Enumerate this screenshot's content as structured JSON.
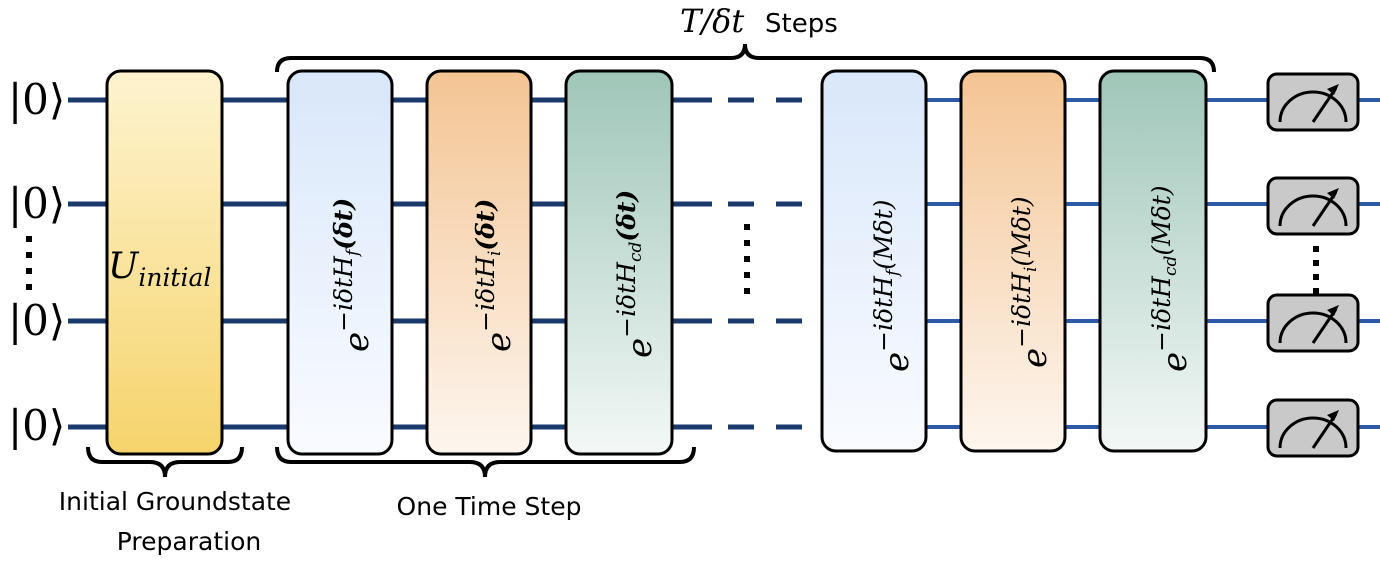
{
  "diagram": {
    "kets": [
      "|0⟩",
      "|0⟩",
      "|0⟩",
      "|0⟩"
    ],
    "top_label": {
      "math": "T/δt",
      "text": "Steps"
    },
    "initial_gate": {
      "base": "U",
      "sub": "initial"
    },
    "step_gates": [
      {
        "e": "e",
        "exp": "−iδtH",
        "sub": "f",
        "arg": "(δt)"
      },
      {
        "e": "e",
        "exp": "−iδtH",
        "sub": "i",
        "arg": "(δt)"
      },
      {
        "e": "e",
        "exp": "−iδtH",
        "sub": "cd",
        "arg": "(δt)"
      }
    ],
    "final_gates": [
      {
        "e": "e",
        "exp": "−iδtH",
        "sub": "f",
        "arg": "(Mδt)"
      },
      {
        "e": "e",
        "exp": "−iδtH",
        "sub": "i",
        "arg": "(Mδt)"
      },
      {
        "e": "e",
        "exp": "−iδtH",
        "sub": "cd",
        "arg": "(Mδt)"
      }
    ],
    "bottom_labels": {
      "initial_line1": "Initial Groundstate",
      "initial_line2": "Preparation",
      "one_step": "One Time Step"
    },
    "colors": {
      "blue_gate": "#dce8f8",
      "orange_gate": "#f5c99a",
      "teal_gate": "#a8cbbf",
      "yellow_gate": "#f7d875",
      "wire_dark": "#1a3a6b",
      "wire_blue": "#2d5aa8"
    }
  }
}
